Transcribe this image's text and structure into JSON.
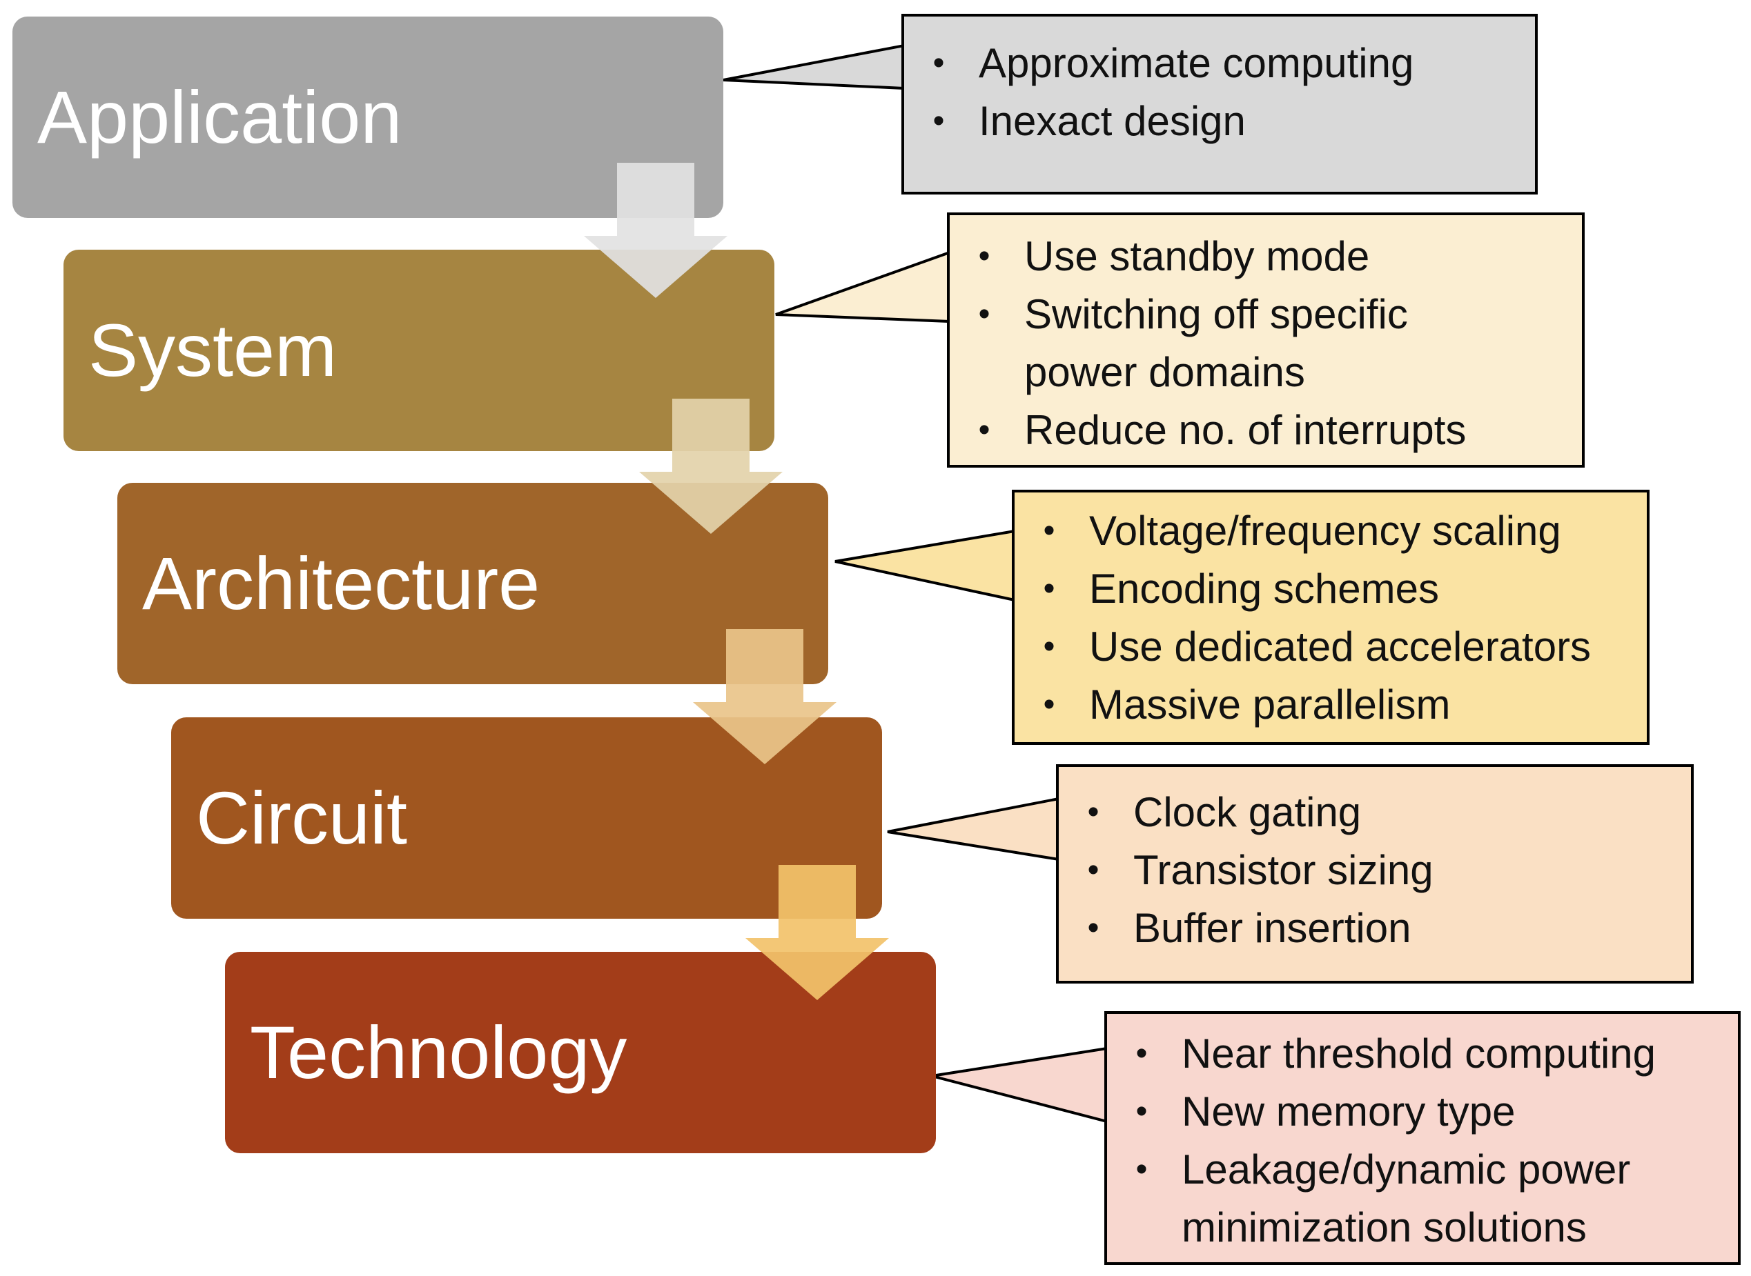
{
  "levels": [
    {
      "label": "Application",
      "color": "#a5a5a5"
    },
    {
      "label": "System",
      "color": "#a68541"
    },
    {
      "label": "Architecture",
      "color": "#a0652a"
    },
    {
      "label": "Circuit",
      "color": "#a0561f"
    },
    {
      "label": "Technology",
      "color": "#a33d19"
    }
  ],
  "arrow_colors": [
    "#e2e2e2",
    "#e3d2aa",
    "#e9c48a",
    "#f2c26a"
  ],
  "callouts": [
    {
      "fill": "#d9d9d9",
      "items": [
        "Approximate computing",
        "Inexact design"
      ]
    },
    {
      "fill": "#fbeed2",
      "items": [
        "Use standby mode",
        "Switching off specific\npower domains",
        "Reduce no. of interrupts"
      ]
    },
    {
      "fill": "#fae3a3",
      "items": [
        "Voltage/frequency scaling",
        "Encoding schemes",
        "Use dedicated accelerators",
        "Massive parallelism"
      ]
    },
    {
      "fill": "#fae0c4",
      "items": [
        "Clock gating",
        "Transistor sizing",
        "Buffer insertion"
      ]
    },
    {
      "fill": "#f8d7cf",
      "items": [
        "Near threshold computing",
        "New memory type",
        "Leakage/dynamic power\nminimization solutions"
      ]
    }
  ],
  "bullet_glyph": "•"
}
